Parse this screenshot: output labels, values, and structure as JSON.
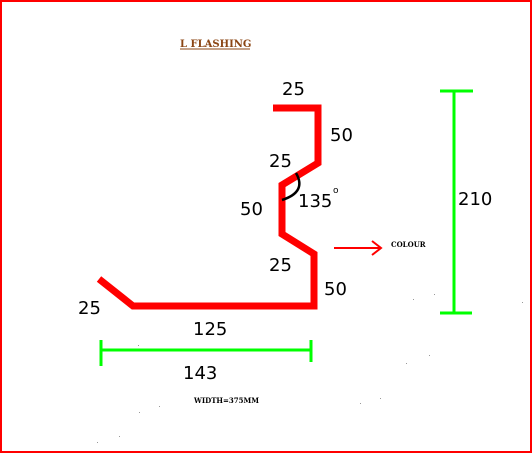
{
  "diagram": {
    "title": "L FLASHING",
    "labels": {
      "top_return": "25",
      "upper_vertical": "50",
      "upper_kink": "25",
      "mid_vertical": "50",
      "angle": "135",
      "degree_mark": "o",
      "lower_kink": "25",
      "lower_vertical": "50",
      "bottom_run": "125",
      "left_return": "25",
      "overall_height": "210",
      "overall_width": "143",
      "colour_label": "COLOUR",
      "width_note": "WIDTH=375MM"
    },
    "colors": {
      "profile": "#ff0000",
      "dimension_lines": "#00ff00",
      "border": "#ff0000",
      "title": "#8b4513",
      "arrow": "#ff0000"
    }
  }
}
